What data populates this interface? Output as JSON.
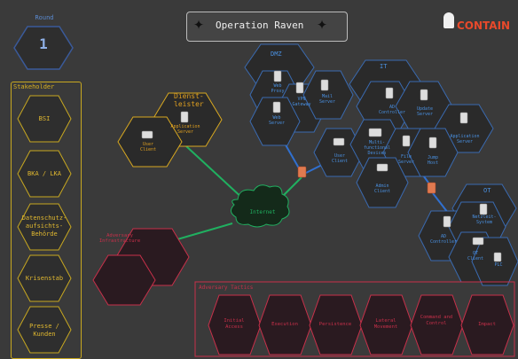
{
  "round": {
    "label": "Round",
    "number": "1"
  },
  "title": "Operation Raven",
  "logo_text": "CONTAIN",
  "stakeholder": {
    "title": "Stakeholder",
    "items": [
      "BSI",
      "BKA / LKA",
      "Datenschutz-aufsichts-Behörde",
      "Krisenstab",
      "Presse / Kunden"
    ]
  },
  "provider": {
    "title": "Dienst-leister",
    "app_server": "Application Server",
    "user_client": "User Client"
  },
  "dmz": {
    "title": "DMZ",
    "web_proxy": "Web Proxy",
    "vpn_gateway": "VPN Gateway",
    "mail_server": "Mail Server",
    "web_server": "Web Server"
  },
  "it": {
    "title": "IT",
    "ad_controller": "AD Controller",
    "update_server": "Update Server",
    "application_server": "Application Server",
    "user_client": "User Client",
    "multi_devices": "Multi-functional Devices",
    "file_server": "File Server",
    "jump_host": "Jump Host",
    "admin_client": "Admin Client"
  },
  "ot": {
    "title": "OT",
    "leitsystem": "Netzleit-System",
    "ad_controller": "AD Controller",
    "ot_client": "OT Client",
    "plc": "PLC"
  },
  "internet": "Internet",
  "adversary_infra": "Adversary Infrastructure",
  "tactics": {
    "title": "Adversary Tactics",
    "items": [
      "Initial Access",
      "Execution",
      "Persistence",
      "Lateral Movement",
      "Command and Control",
      "Impact"
    ]
  },
  "colors": {
    "orange": "#e0a020",
    "blue": "#4a90e0",
    "red": "#c8304a",
    "green": "#20b060"
  }
}
